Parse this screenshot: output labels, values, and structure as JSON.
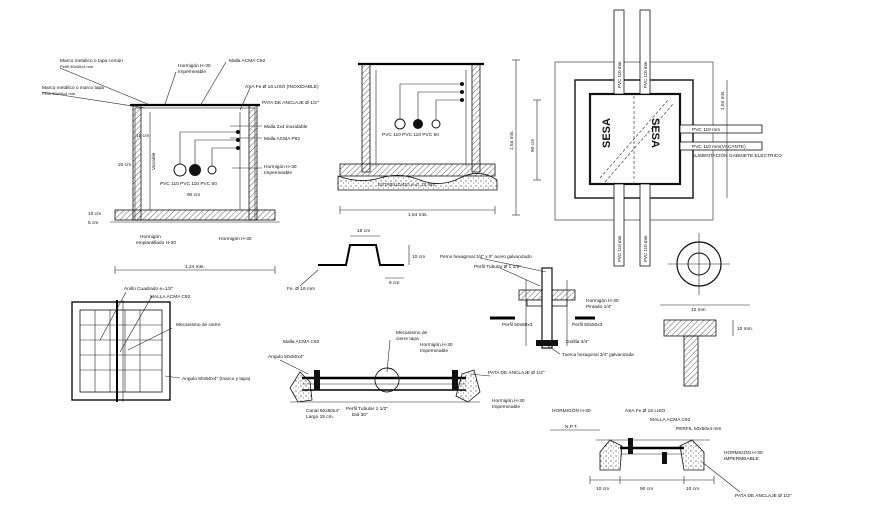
{
  "plan_left": {
    "marco_metalico_1": "Marco metálico o tapa común",
    "marco_metalico_1_dim": "Perfil 50x50x4 mm",
    "marco_metalico_2": "Marco metálico o marco tapa",
    "marco_metalico_2_dim": "Perfil 50x50x4 mm",
    "hormigon_imp": "Hormigón H-30",
    "hormigon_imp_2": "Impermeable",
    "malla_top": "Malla ACMA C92",
    "asa": "ASA Fe Ø 16 LISO (INOXIDABLE)",
    "pata_anclaje": "PATA DE ANCLAJE Ø 1/2\"",
    "mallas_vertical": "Variable",
    "dim_15": "15 cm",
    "dim_20": "20 cm",
    "pvc_labels": "PVC 110  PVC 110  PVC 50",
    "mallas_2": "Malla 2x4 inoxidable",
    "malla_acma": "Malla ACMA P92",
    "hormigon_h30": "Hormigón H-30",
    "impermeable": "Impermeable",
    "dim_10": "10 cm",
    "dim_5": "5 cm",
    "dim_90": "90 cm",
    "hormigon_bottom": "Hormigón",
    "emplantillado": "emplantillado H-30",
    "hormigon_h30_b": "Hormigón H-30",
    "dim_124": "1,24 mts."
  },
  "section_mid": {
    "pvc_labels": "PVC 110  PVC 110  PVC 50",
    "estabilizado": "ESTABILIZADO e=0, 10 mts.",
    "dim_154": "1,54 mts.",
    "dim_vert_154": "1,54 mts.",
    "dim_vert_90": "90 cm"
  },
  "plan_right": {
    "sesa_1": "SESA",
    "sesa_2": "SESA",
    "dim_vert_154": "1,54 mts.",
    "pvc_110_a": "PVC 110 mm",
    "pvc_110_b": "PVC 110 mm",
    "pvc_110_c": "PVC 110 mm",
    "pvc_110_d": "PVC 110 mm",
    "pvc_right_1": "PVC 110 mm",
    "pvc_right_2": "PVC 110 mm(VACANTE)",
    "alimentacion": "ALIMENTACIÓN GABINETE ELÉCTRICO"
  },
  "asa_detail": {
    "dim_15": "15 cm",
    "dim_10": "10 cm",
    "dim_6": "6 cm",
    "label": "Fe. Ø 16 mm"
  },
  "bolt_detail": {
    "perno": "Perno hexagonal 3/4\" x 5\" acero galvanizado",
    "perfil_tubular": "Perfil Tubular Ø 1 1/2\"",
    "hormigon": "Hormigón H-30",
    "pintado": "Pintado 1/4\"",
    "perfil_left": "Perfil 50x50x3",
    "perfil_right": "Perfil 50x50x3",
    "golilla": "Golilla 3/4\"",
    "tuerca": "Tuerca hexagonal 3/4\" galvanizada"
  },
  "grate_plan": {
    "anillo": "Anillo Cuadrado e=1/2\"",
    "malla": "MALLA ACMA C92",
    "mecanismo": "Mecanismo de cierre",
    "angulo": "Angulo 50x50x4\" (marco y tapa)"
  },
  "cover_section": {
    "malla": "Malla ACMA C92",
    "angulo": "Angulo 50x50x4\"",
    "mecanismo": "Mecanismo de",
    "mecanismo_2": "cierre tapa",
    "hormigon": "Hormigón H-30",
    "impermeable": "Impermeable",
    "pata": "PATA DE ANCLAJE Ø 1/2\"",
    "hormigon_b": "Hormigón H-30",
    "impermeable_b": "Impermeable",
    "canal": "Canal 50x50x4\"",
    "largo": "Largo 15 cm.",
    "perfil_tubular": "Perfil Tubular 1 1/2\"",
    "dia": "Diá 30\""
  },
  "post_detail": {
    "dim_10_a": "10 mm",
    "dim_10_b": "10 mm."
  },
  "cover_bottom": {
    "hormigon": "HORMIGÓN H-30",
    "npt": "N.P.T.",
    "asa": "ASA Fe Ø 16 LISO",
    "malla": "MALLA ACMA C92",
    "perfil": "PERFIL 50x50x4 mm",
    "hormigon_2": "HORMIGÓN H-30",
    "impermeable": "IMPERMEABLE",
    "dim_10_a": "10 cm",
    "dim_90": "90 cm",
    "dim_10_b": "10 cm",
    "pata": "PATA DE ANCLAJE Ø 1/2\""
  }
}
